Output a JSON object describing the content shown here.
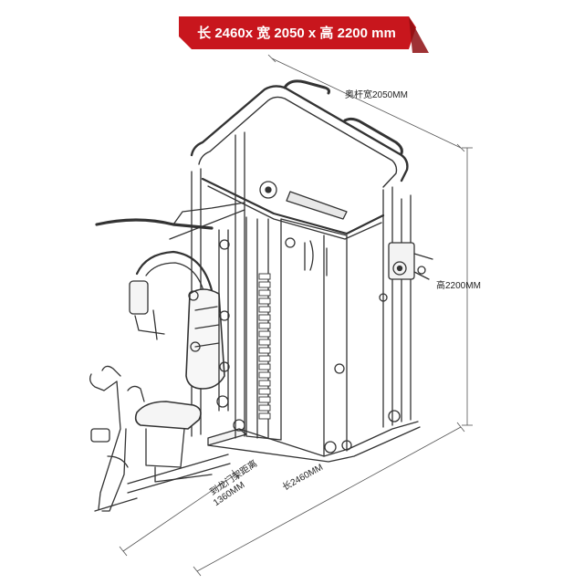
{
  "header": {
    "dimensions_text": "长 2460x 宽 2050 x 高 2200 mm",
    "banner_color": "#c8161d"
  },
  "dimensions": {
    "width_label": "奥杆宽2050MM",
    "height_label": "高2200MM",
    "length_label": "长2460MM",
    "gantry_label_line1": "到龙门架距离",
    "gantry_label_line2": "1360MM"
  }
}
